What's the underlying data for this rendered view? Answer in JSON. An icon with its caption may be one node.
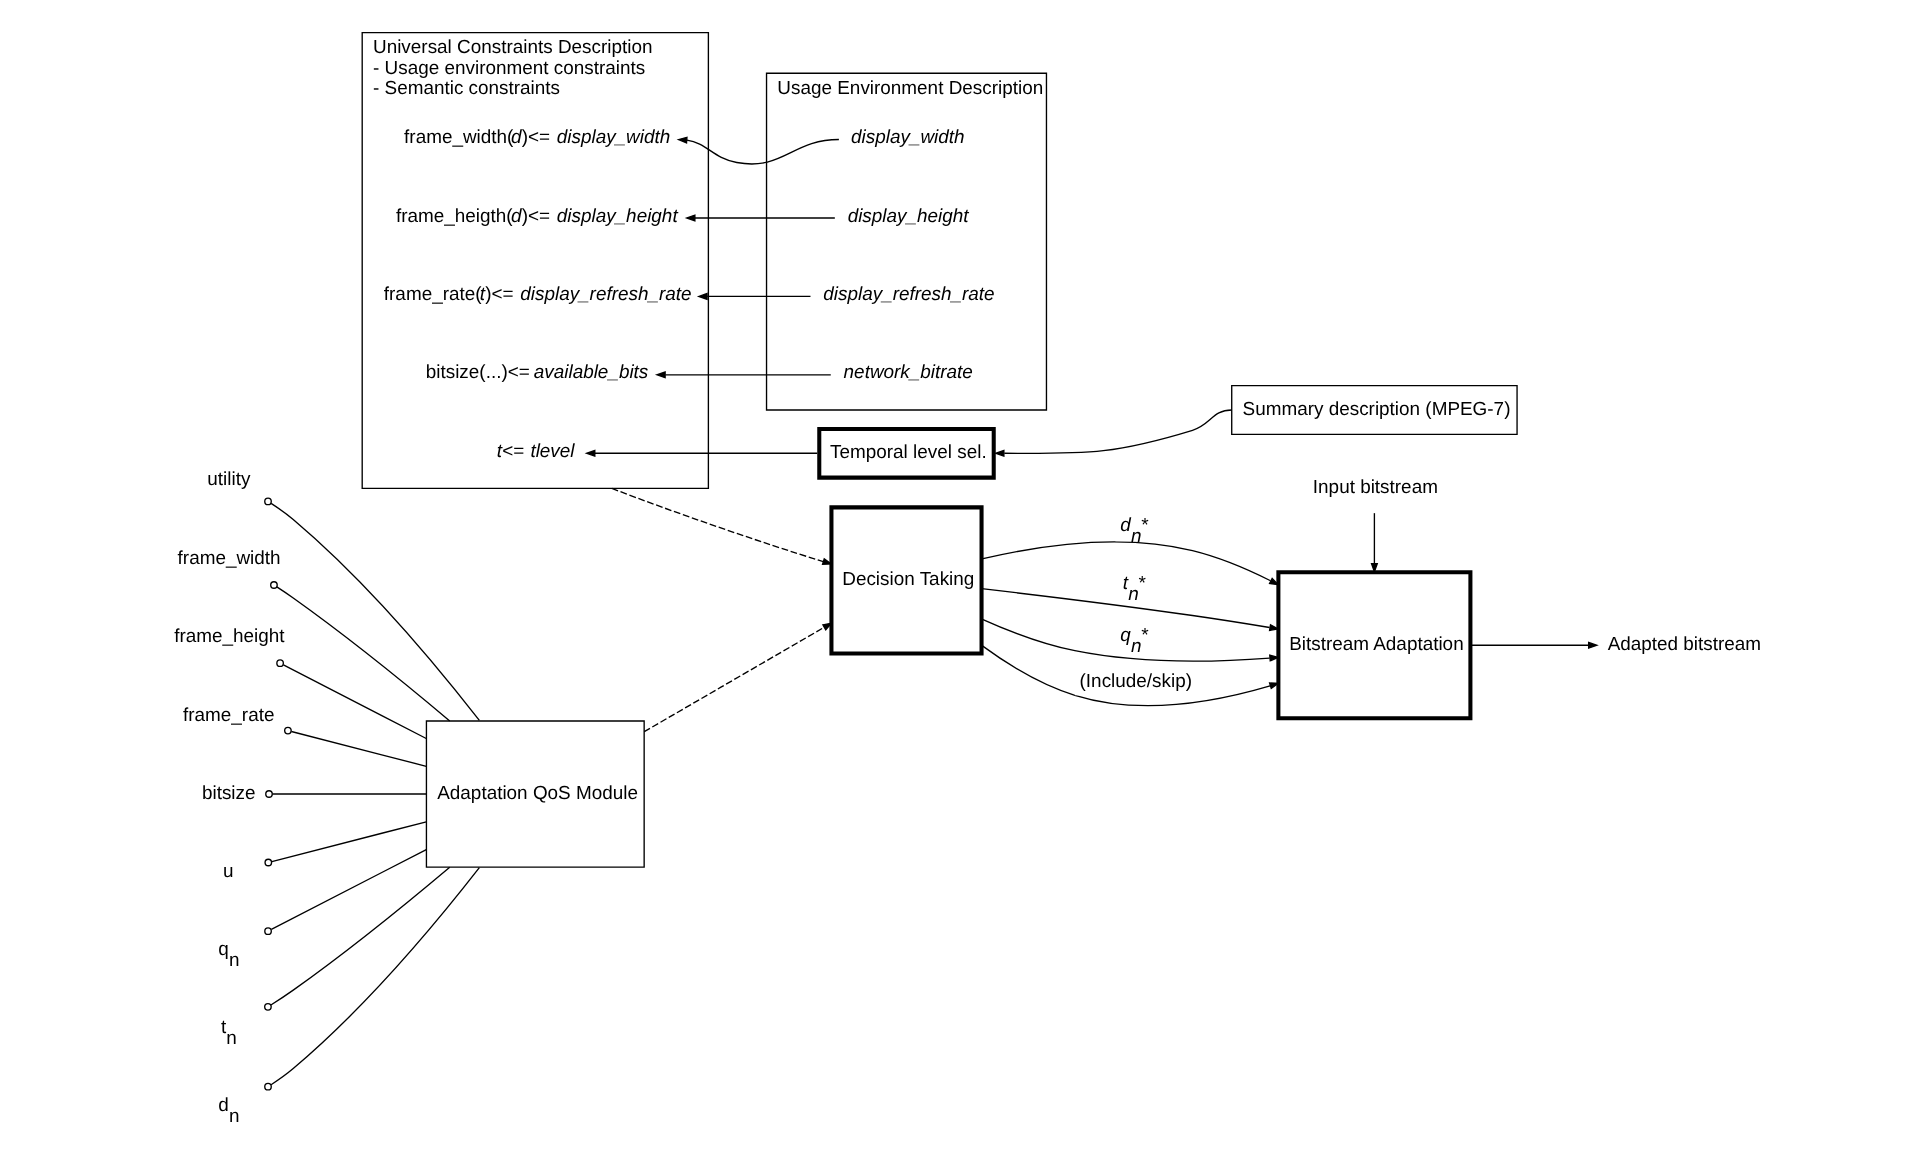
{
  "diagram": {
    "nodes": [
      {
        "text": [
          "Universal Constraints Description",
          "- Usage environment constraints",
          "- Semantic constraints"
        ]
      },
      {
        "text": [
          "frame_width(*d*)<= *display_width*"
        ],
        "in": 0
      },
      {
        "text": [
          "frame_heigth(*d*)<= *display_height*"
        ],
        "in": 0
      },
      {
        "text": [
          "frame_rate(*t*)<= *display_refresh_rate*"
        ],
        "in": 0
      },
      {
        "text": [
          "bitsize(...)<= *available_bits*"
        ],
        "in": 0
      },
      {
        "text": [
          "*t*<= *tlevel*"
        ],
        "in": 0
      },
      {
        "text": [
          "Usage Environment Description"
        ]
      },
      {
        "text": [
          "display_width"
        ],
        "in": 6
      },
      {
        "text": [
          "display_height"
        ],
        "in": 6
      },
      {
        "text": [
          "display_refresh_rate"
        ],
        "in": 6
      },
      {
        "text": [
          "network_bitrate"
        ],
        "in": 6
      },
      {
        "text": [
          "Temporal level sel."
        ]
      },
      {
        "text": [
          "Summary description (MPEG-7)"
        ]
      },
      {
        "text": [
          "Adaptation QoS Module"
        ]
      },
      {
        "text": [
          "Decision Taking"
        ]
      },
      {
        "text": [
          "Bitstream Adaptation"
        ]
      },
      {
        "text": [
          "Adapted bitstream"
        ]
      },
      {
        "text": [
          "Input bitstream"
        ]
      }
    ],
    "edges": [
      {
        "from": 7,
        "to": 1,
        "arrow": "to"
      },
      {
        "from": 8,
        "to": 2,
        "arrow": "to"
      },
      {
        "from": 9,
        "to": 3,
        "arrow": "to"
      },
      {
        "from": 10,
        "to": 4,
        "arrow": "to"
      },
      {
        "from": 11,
        "to": 5,
        "arrow": "to"
      },
      {
        "from": 12,
        "to": 11,
        "arrow": "to"
      },
      {
        "from": 0,
        "to": 14,
        "arrow": "to",
        "style": "dashed"
      },
      {
        "from": 13,
        "to": 14,
        "arrow": "to",
        "style": "dashed"
      },
      {
        "from": 14,
        "to": 15,
        "arrow": "to",
        "label": "d$_{n}$*"
      },
      {
        "from": 14,
        "to": 15,
        "arrow": "to",
        "label": "t$_{n}$*"
      },
      {
        "from": 14,
        "to": 15,
        "arrow": "to",
        "label": "q$_{n}$*"
      },
      {
        "from": 14,
        "to": 15,
        "arrow": "to",
        "label": "(Include/skip)"
      },
      {
        "from": 15,
        "to": 16,
        "arrow": "to"
      },
      {
        "from": 17,
        "to": 15,
        "arrow": "to"
      }
    ],
    "labels": [
      "utility",
      "frame_width",
      "frame_height",
      "frame_rate",
      "bitsize",
      "u",
      "q$_{n}$",
      "t$_{n}$",
      "d$_{n}$"
    ]
  }
}
